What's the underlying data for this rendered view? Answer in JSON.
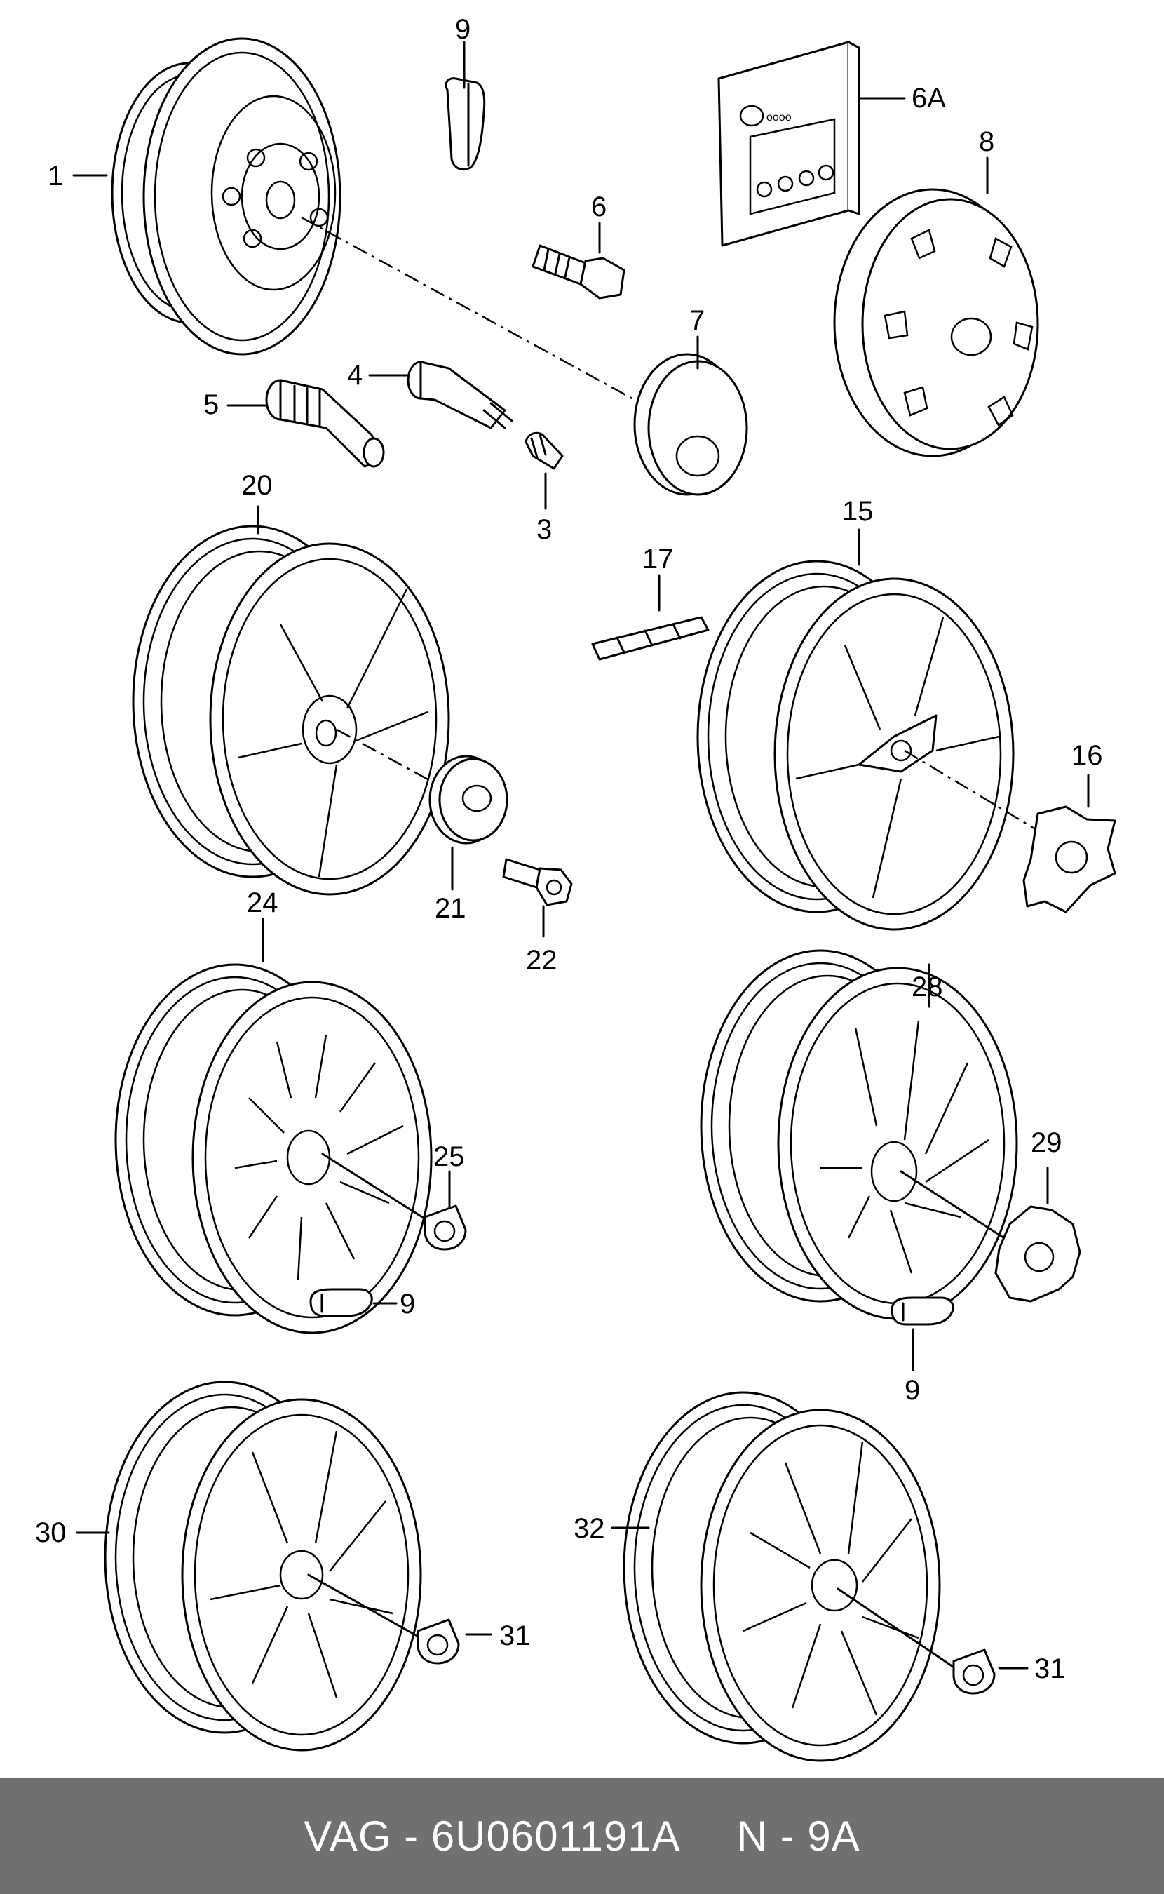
{
  "callouts": {
    "c1": "1",
    "c3": "3",
    "c4": "4",
    "c5": "5",
    "c6": "6",
    "c6a": "6A",
    "c7": "7",
    "c8": "8",
    "c9a": "9",
    "c9b": "9",
    "c9c": "9",
    "c15": "15",
    "c16": "16",
    "c17": "17",
    "c20": "20",
    "c21": "21",
    "c22": "22",
    "c24": "24",
    "c25": "25",
    "c28": "28",
    "c29": "29",
    "c30": "30",
    "c31a": "31",
    "c31b": "31",
    "c32": "32"
  },
  "footer": {
    "part": "VAG - 6U0601191A",
    "page": "N - 9A"
  }
}
